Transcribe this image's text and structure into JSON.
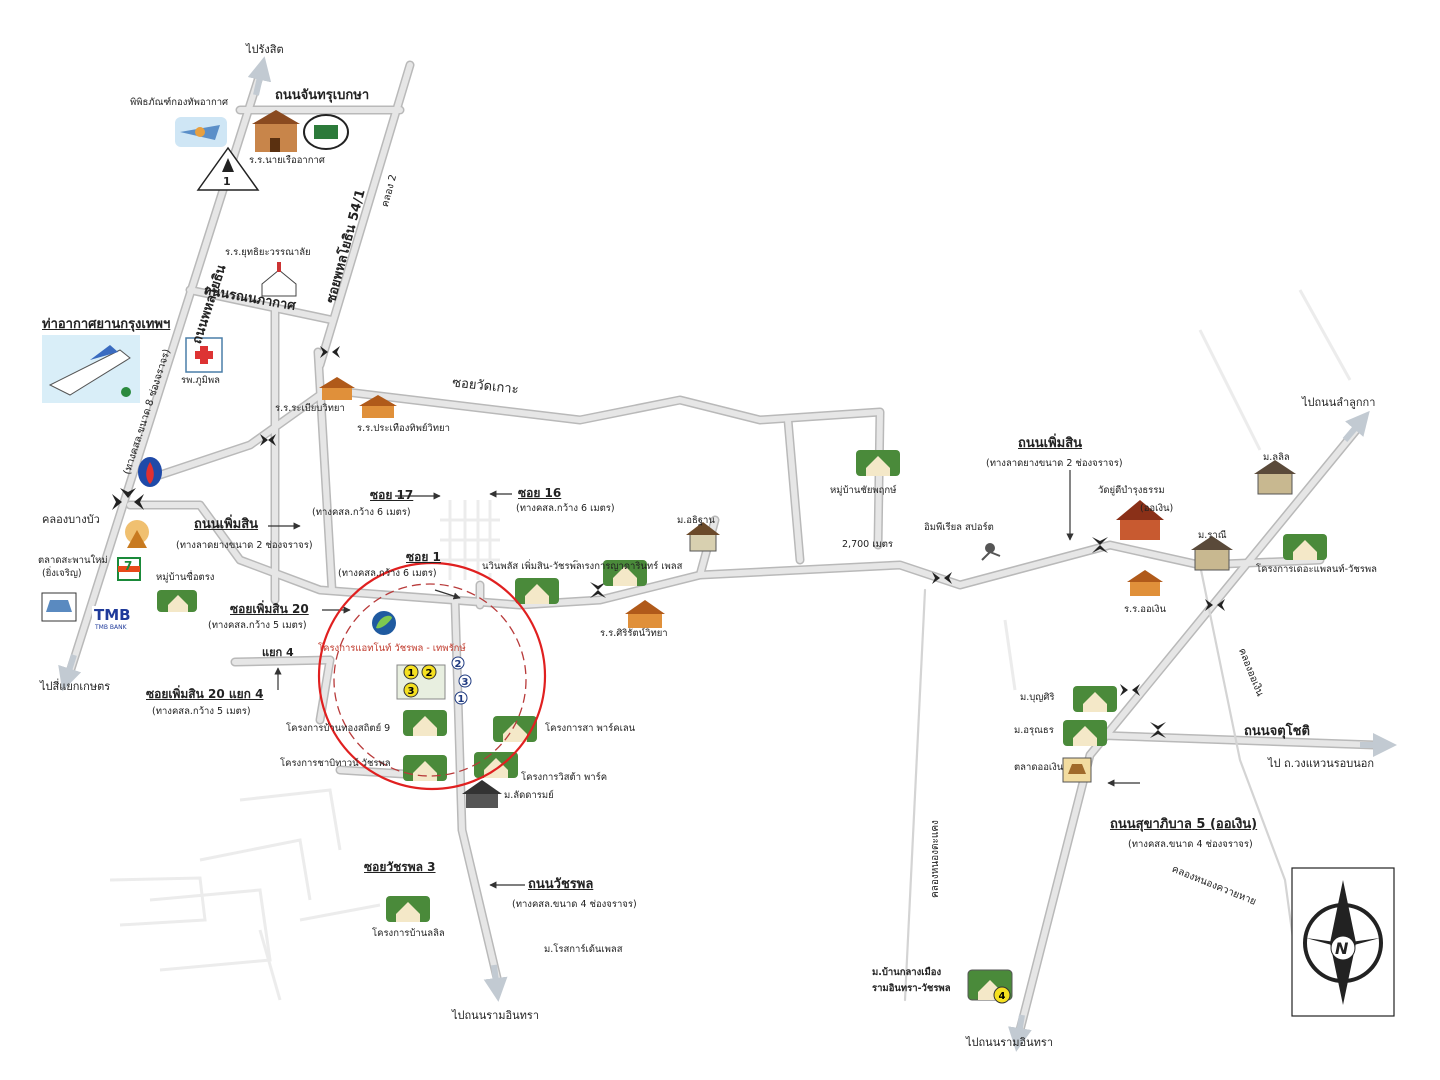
{
  "colors": {
    "road": "#e3e3e3",
    "road_edge": "#b9b9b9",
    "arrow": "#bcc4cc",
    "circle": "#e02020",
    "dash": "#b83a3a",
    "project_text": "#c0392b"
  },
  "roads": {
    "phahon": "ถนนพหลโยธิน",
    "phahon_lanes": "(ทางคสล.ขนาด 8 ช่องจราจร)",
    "chan": "ถนนจันทรุเบกษา",
    "soi54": "ซอยพหลโยธิน 54/1",
    "khlong2": "คลอง 2",
    "ronnaphakat": "ถนนรณนภากาศ",
    "soi_wat_ko": "ซอยวัดเกาะ",
    "phermsin_left": "ถนนเพิ่มสิน",
    "phermsin_left_lanes": "(ทางลาดยางขนาด 2 ช่องจราจร)",
    "soi17": "ซอย 17",
    "soi17_w": "(ทางคสล.กว้าง 6 เมตร)",
    "soi16": "ซอย 16",
    "soi16_w": "(ทางคสล.กว้าง 6 เมตร)",
    "soi1": "ซอย 1",
    "soi1_w": "(ทางคสล.กว้าง 6 เมตร)",
    "soi_ps20": "ซอยเพิ่มสิน 20",
    "soi_ps20_w": "(ทางคสล.กว้าง 5 เมตร)",
    "yaek4": "แยก 4",
    "soi_ps20_4": "ซอยเพิ่มสิน 20 แยก 4",
    "soi_ps20_4_w": "(ทางคสล.กว้าง 5 เมตร)",
    "soi_watcharaphon3": "ซอยวัชรพล 3",
    "watcharaphon": "ถนนวัชรพล",
    "watcharaphon_lanes": "(ทางคสล.ขนาด 4 ช่องจราจร)",
    "dist": "2,700 เมตร",
    "phermsin_right": "ถนนเพิ่มสิน",
    "phermsin_right_lanes": "(ทางลาดยางขนาด 2 ช่องจราจร)",
    "chatuchot": "ถนนจตุโชติ",
    "sukha5": "ถนนสุขาภิบาล 5 (ออเงิน)",
    "sukha5_lanes": "(ทางคสล.ขนาด 4 ช่องจราจร)",
    "khlong_nongsakae": "คลองหนองตะแคง",
    "khlong_oengen": "คลองออเงิน",
    "khlong_nongkhwai": "คลองหนองควายหาย"
  },
  "destinations": {
    "to_rangsit": "ไปรังสิต",
    "to_kaset": "ไปสี่แยกเกษตร",
    "to_ramintra": "ไปถนนรามอินทรา",
    "to_lamlukka": "ไปถนนลำลูกกา",
    "to_ring": "ไป ถ.วงแหวนรอบนอก",
    "to_ramintra2": "ไปถนนรามอินทรา"
  },
  "places": {
    "air_museum": "พิพิธภัณฑ์กองทัพอากาศ",
    "monument_no": "1",
    "air_school": "ร.ร.นายเรืออากาศ",
    "yuttha": "ร.ร.ยุทธิยะวรรณาลัย",
    "airport": "ท่าอากาศยานกรุงเทพฯ",
    "bhumibol": "รพ.ภูมิพล",
    "rabiap": "ร.ร.ระเบียบวิทยา",
    "prathueang": "ร.ร.ประเทืองทิพย์วิทยา",
    "khlong_bangbua": "คลองบางบัว",
    "saphanmai": "ตลาดสะพานใหม่",
    "yingcharoen": "(ยิ่งเจริญ)",
    "tmb": "TMB",
    "tmb_sub": "TMB BANK",
    "seven": "7",
    "mu_suetrong": "หมู่บ้านซื่อตรง",
    "chaiyaphruek": "หมู่บ้านชัยพฤกษ์",
    "athithan": "ม.อธิฐาน",
    "chadarin": "โครงการญาดารินทร์ เพลส",
    "ninplus": "นวินพลัส เพิ่มสิน-วัชรพล",
    "sirirat": "ร.ร.ศิริรัตน์วิทยา",
    "project": "โครงการแอทโนท์ วัชรพล - เทพรักษ์",
    "thongsathit": "โครงการบ้านทองสถิตย์ 9",
    "sanya": "โครงการสา พาร์คเลน",
    "sabitawan": "โครงการชาบิทาวน์ วัชรพล",
    "vista": "โครงการวิสต้า พาร์ค",
    "ladda": "ม.ลัดดารมย์",
    "lanlin": "โครงการบ้านลลิล",
    "rosekart": "ม.โรสการ์เด้นเพลส",
    "imperial": "อิมพีเรียล สปอร์ต",
    "wat_oengen": "วัดยู่ดีบำรุงธรรม",
    "wat_oengen2": "(ออเงิน)",
    "rr_oengen": "ร.ร.ออเงิน",
    "lalin": "ม.ลลิล",
    "rani": "ม.ราณี",
    "plant": "โครงการเดอะแพลนท์-วัชรพล",
    "boonsiri": "ม.บุญศิริ",
    "arunothai": "ม.อรุณธร",
    "talad_oengen": "ตลาดออเงิน",
    "klangmueang": "ม.บ้านกลางเมือง",
    "klangmueang2": "รามอินทรา-วัชรพล",
    "compass_n": "N"
  },
  "markers": [
    "1",
    "2",
    "3",
    "2",
    "3",
    "1",
    "4"
  ]
}
